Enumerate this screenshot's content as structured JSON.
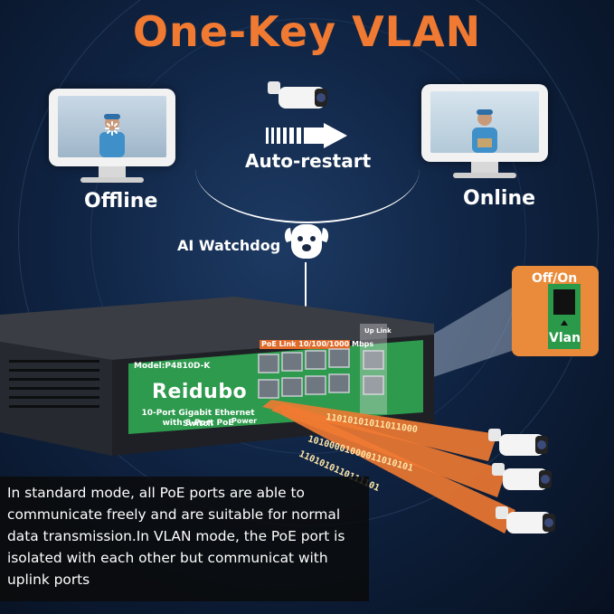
{
  "title": "One-Key VLAN",
  "states": {
    "offline": "Offline",
    "online": "Online",
    "auto_restart": "Auto-restart"
  },
  "watchdog": {
    "label": "AI Watchdog"
  },
  "dip_switch": {
    "off_on": "Off/On",
    "vlan": "Vlan"
  },
  "switch": {
    "model": "Model:P4810D-K",
    "brand": "Reidubo",
    "description_line1": "10-Port Gigabit Ethernet Switch",
    "description_line2": "with 8-Port PoE",
    "power": "Power",
    "poe_link": "PoE Link 10/100/1000 Mbps",
    "uplink": "Up Link"
  },
  "description": "In standard mode, all PoE ports are able to communicate freely and are suitable for normal data transmission.In VLAN mode, the PoE port is isolated with each other but communicat with uplink ports",
  "colors": {
    "accent": "#f07a32",
    "panel_green": "#2e9a4e",
    "background": "#0f2342"
  },
  "icons": [
    "camera-icon",
    "dog-icon",
    "arrow-right-icon",
    "person-icon",
    "loading-spinner-icon"
  ]
}
